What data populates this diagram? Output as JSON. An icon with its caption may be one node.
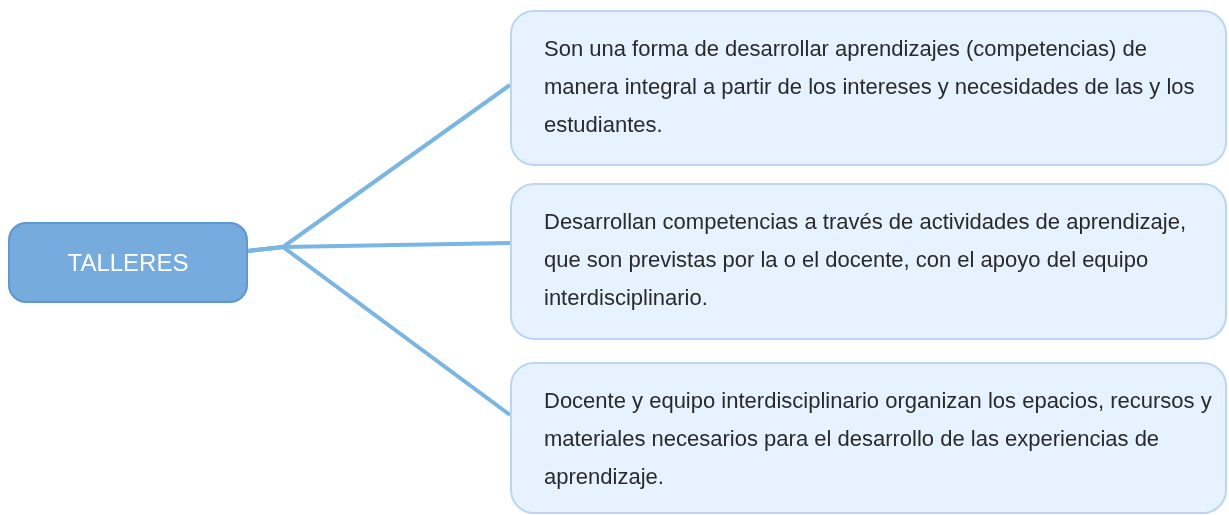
{
  "diagram": {
    "nodes": [
      {
        "text": [
          "TALLERES"
        ]
      },
      {
        "text": [
          "Son una forma de desarrollar aprendizajes (competencias) de manera integral a partir de los intereses y necesidades de las y los estudiantes."
        ]
      },
      {
        "text": [
          "Desarrollan competencias a través de actividades de aprendizaje, que son previstas por la o el docente, con el apoyo del equipo interdisciplinario."
        ]
      },
      {
        "text": [
          "Docente y equipo interdisciplinario organizan los epacios, recursos y materiales necesarios para el desarrollo de las experiencias de aprendizaje."
        ]
      }
    ],
    "edges": [
      {
        "from": 0,
        "to": 1,
        "arrow": "none"
      },
      {
        "from": 0,
        "to": 2,
        "arrow": "none"
      },
      {
        "from": 0,
        "to": 3,
        "arrow": "none"
      }
    ]
  }
}
